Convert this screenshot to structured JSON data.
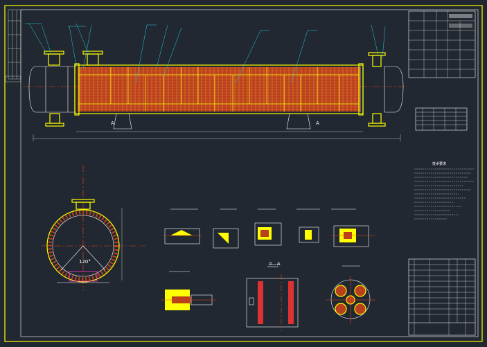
{
  "drawing": {
    "colors": {
      "background": "#222831",
      "outline": "#ffffff",
      "shell": "#ffff00",
      "tube_fill": "#b8401c",
      "center_line": "#e8401a",
      "leader": "#19d3e6",
      "support": "#ff33cc"
    },
    "views": {
      "front": {
        "section_mark_left": "A",
        "section_mark_right": "A"
      },
      "end": {
        "angle_label": "120°"
      },
      "section": {
        "title": "A—A"
      }
    },
    "notes_title": "技术要求"
  }
}
